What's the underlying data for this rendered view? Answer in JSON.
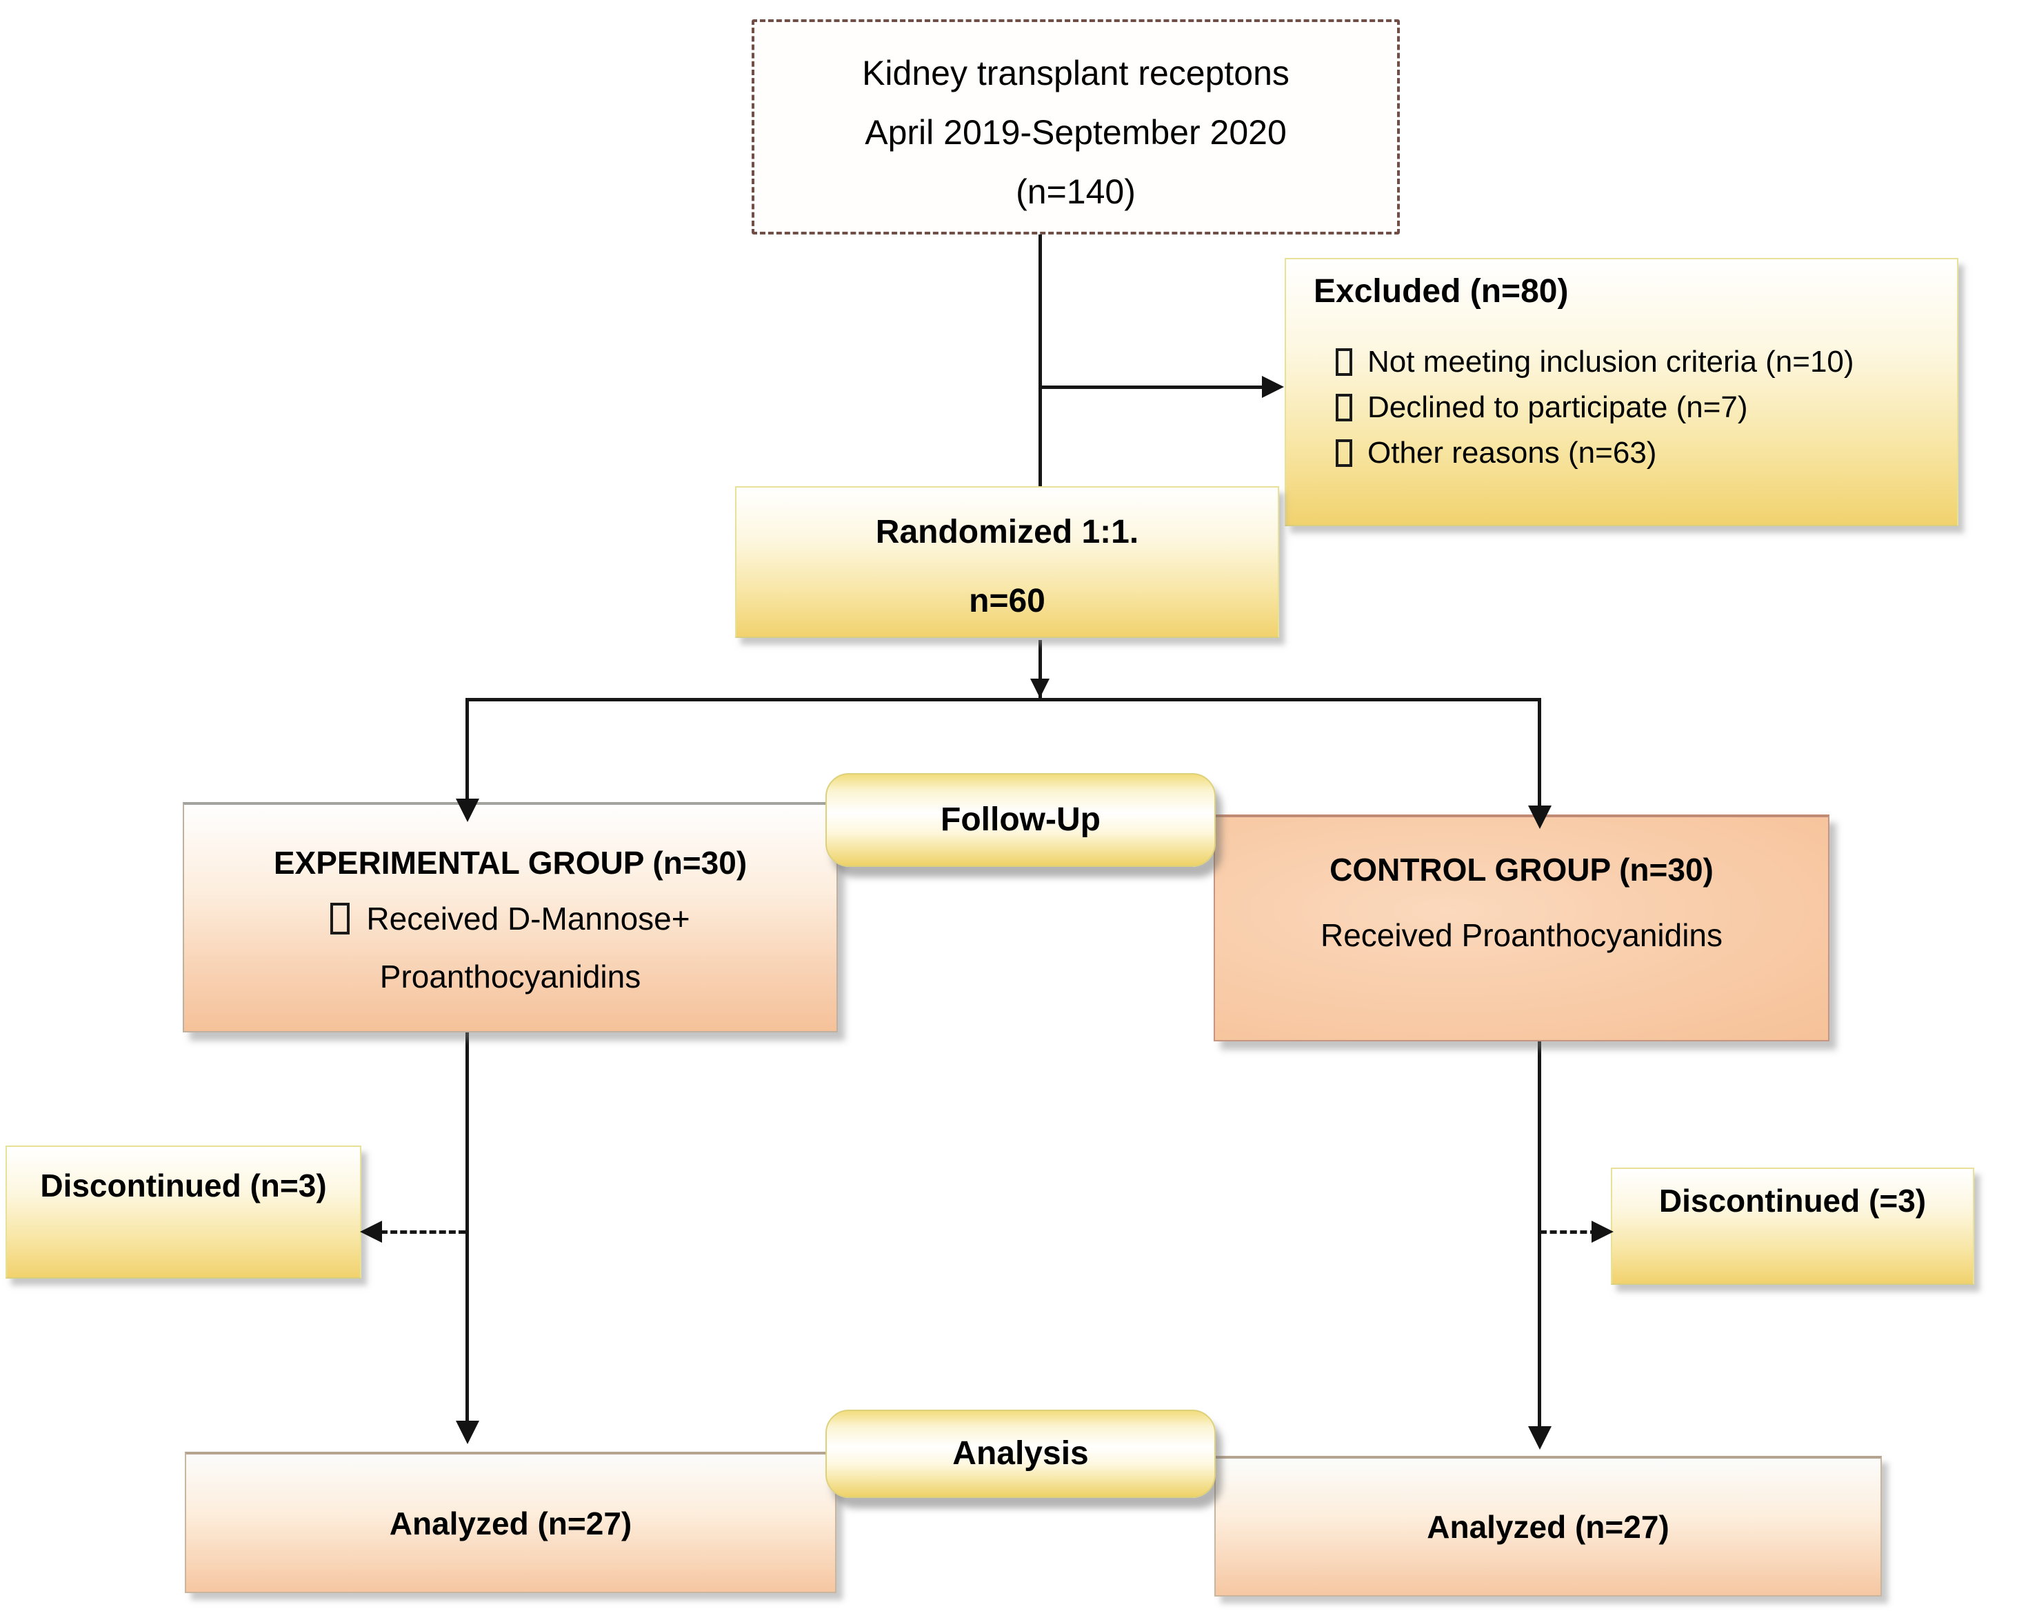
{
  "boxes": {
    "enrollment": {
      "line1": "Kidney transplant receptons",
      "line2": "April 2019-September 2020",
      "line3": "(n=140)"
    },
    "excluded": {
      "title": "Excluded (n=80)",
      "items": [
        "Not meeting inclusion criteria (n=10)",
        "Declined to participate (n=7)",
        "Other reasons (n=63)"
      ]
    },
    "randomized": {
      "line1": "Randomized 1:1.",
      "line2": "n=60"
    },
    "experimental": {
      "title": "EXPERIMENTAL GROUP (n=30)",
      "line1": "Received D-Mannose+",
      "line2": "Proanthocyanidins"
    },
    "control": {
      "title": "CONTROL GROUP (n=30)",
      "line1": "Received Proanthocyanidins"
    },
    "discontinued_left": {
      "title": "Discontinued (n=3)"
    },
    "discontinued_right": {
      "title": "Discontinued (=3)"
    },
    "analyzed_left": {
      "title": "Analyzed (n=27)"
    },
    "analyzed_right": {
      "title": "Analyzed (n=27)"
    }
  },
  "stage_labels": {
    "followup": "Follow-Up",
    "analysis": "Analysis"
  },
  "icons": {
    "bullet": "missing-glyph-box-icon",
    "arrowheads": [
      "arrow-down-icon",
      "arrow-right-icon",
      "arrow-left-icon"
    ]
  },
  "colors": {
    "yellow_box_bottom": "#f1d26e",
    "salmon_box_bottom": "#f5c199",
    "control_box_fill": "#f7c9a4",
    "pill_bottom": "#eed167",
    "dashed_border": "#6f4f48",
    "connector": "#161616",
    "text": "#000000",
    "background": "#ffffff"
  }
}
